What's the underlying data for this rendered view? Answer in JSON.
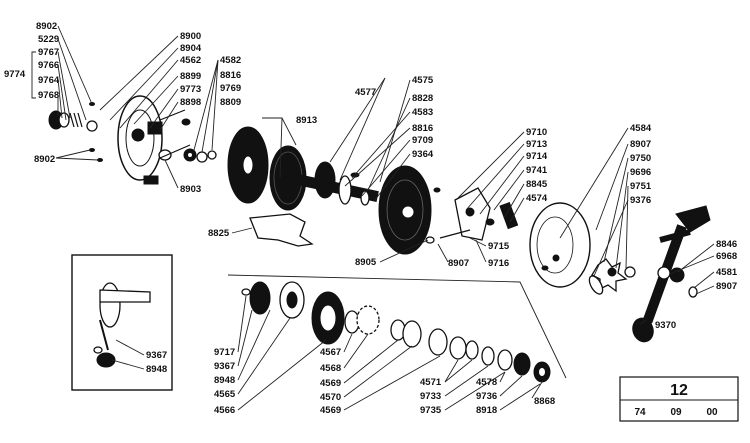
{
  "labels": {
    "p8902a": "8902",
    "p5229": "5229",
    "p9767": "9767",
    "p9766": "9766",
    "p9774": "9774",
    "p9764": "9764",
    "p9768": "9768",
    "p8902b": "8902",
    "p8900": "8900",
    "p8904": "8904",
    "p4562": "4562",
    "p8899": "8899",
    "p9773": "9773",
    "p8898": "8898",
    "p8903": "8903",
    "p4582": "4582",
    "p8816a": "8816",
    "p9769": "9769",
    "p8809": "8809",
    "p8913": "8913",
    "p8825": "8825",
    "p4577": "4577",
    "p4575": "4575",
    "p8828": "8828",
    "p4583": "4583",
    "p8816b": "8816",
    "p9709": "9709",
    "p9364": "9364",
    "p8905": "8905",
    "p9710": "9710",
    "p9713": "9713",
    "p9714": "9714",
    "p9741": "9741",
    "p8845": "8845",
    "p4574": "4574",
    "p9715": "9715",
    "p8907a": "8907",
    "p9716": "9716",
    "p4584": "4584",
    "p8907b": "8907",
    "p9750": "9750",
    "p9696": "9696",
    "p9751": "9751",
    "p9376": "9376",
    "p8846": "8846",
    "p6968": "6968",
    "p4581": "4581",
    "p8907c": "8907",
    "p9370": "9370",
    "p9367a": "9367",
    "p8948a": "8948",
    "p9717": "9717",
    "p9367b": "9367",
    "p8948b": "8948",
    "p4565": "4565",
    "p4566": "4566",
    "p4567": "4567",
    "p4568": "4568",
    "p4569a": "4569",
    "p4570": "4570",
    "p4569b": "4569",
    "p4571": "4571",
    "p9733": "9733",
    "p9735": "9735",
    "p4578": "4578",
    "p9736": "9736",
    "p8918": "8918",
    "p8868": "8868"
  },
  "plate": {
    "number": "12",
    "code_1": "74",
    "code_2": "09",
    "code_3": "00"
  }
}
